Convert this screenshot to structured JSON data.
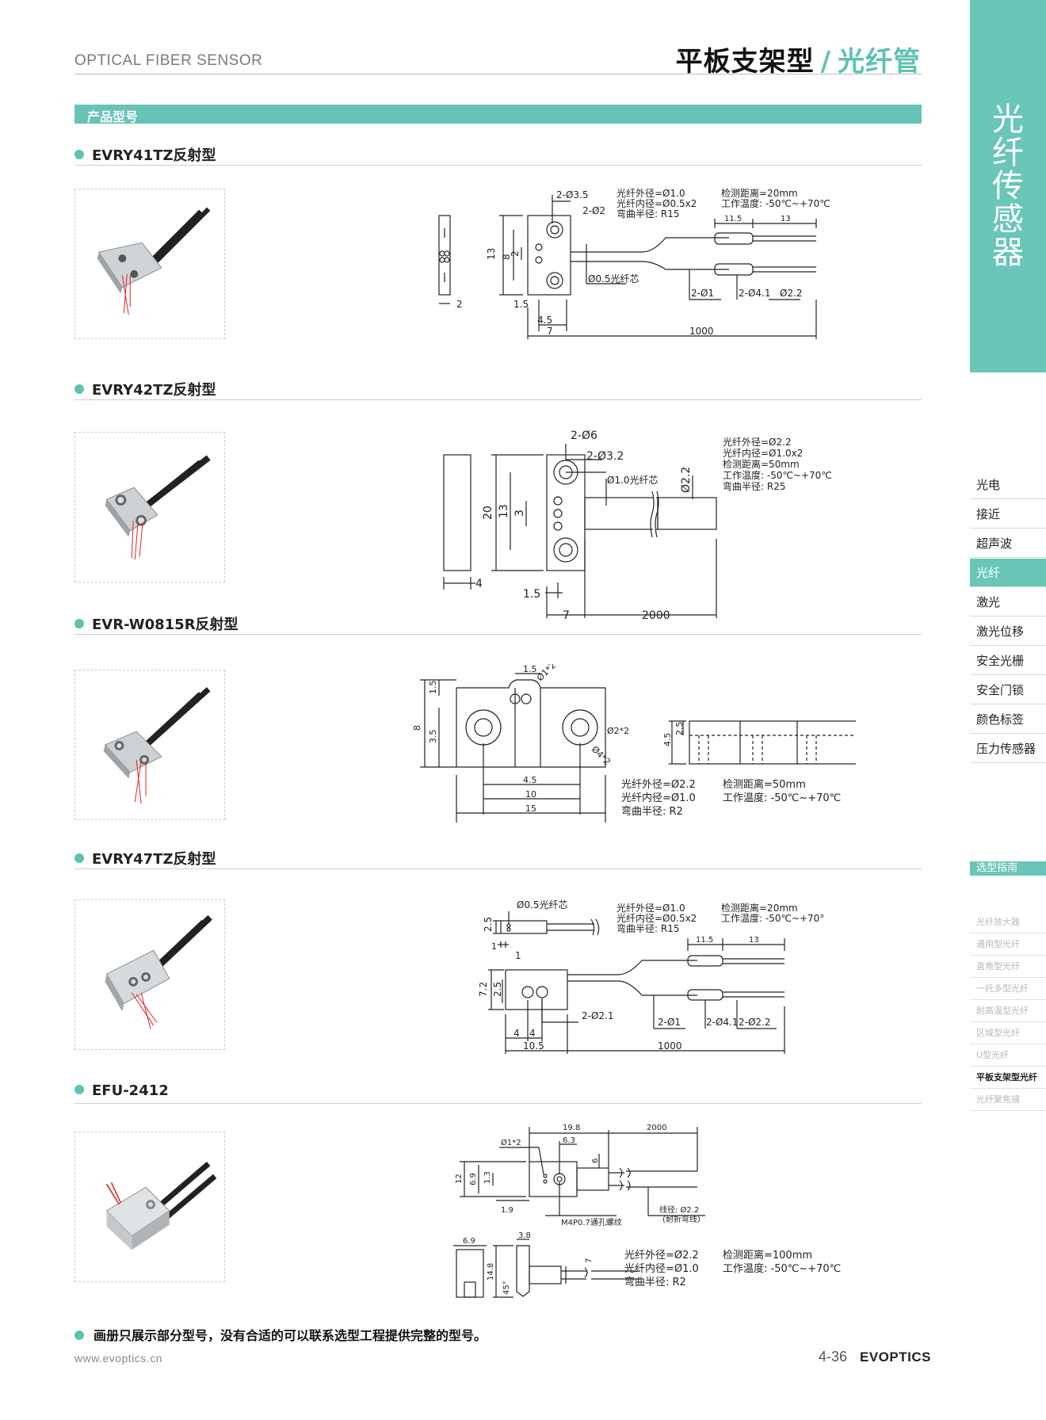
{
  "header": {
    "left_label": "OPTICAL FIBER SENSOR",
    "title_main": "平板支架型",
    "title_sep": "/",
    "title_sub": "光纤管"
  },
  "section": {
    "label": "产品型号"
  },
  "products": [
    {
      "name": "EVRY41TZ反射型",
      "dims": {
        "a": "2-Ø3.5",
        "b": "2-Ø2",
        "c": "13",
        "d": "8",
        "e": "2",
        "f": "2",
        "g": "1.5",
        "h": "4.5",
        "i": "7",
        "j": "1000",
        "k": "Ø0.5光纤芯",
        "l": "2-Ø1",
        "m": "2-Ø4.1",
        "n": "Ø2.2",
        "o": "11.5",
        "p": "13"
      },
      "spec_left": [
        "光纤外径=Ø1.0",
        "光纤内径=Ø0.5x2",
        "弯曲半径:  R15"
      ],
      "spec_right": [
        "检测距离=20mm",
        "工作温度:  -50℃~+70℃"
      ]
    },
    {
      "name": "EVRY42TZ反射型",
      "dims": {
        "a": "2-Ø6",
        "b": "2-Ø3.2",
        "c": "Ø1.0光纤芯",
        "d": "Ø2.2",
        "e": "20",
        "f": "13",
        "g": "3",
        "h": "4",
        "i": "1.5",
        "j": "7",
        "k": "2000"
      },
      "spec_left": [
        "光纤外径=Ø2.2",
        "光纤内径=Ø1.0x2",
        "检测距离=50mm",
        "工作温度:  -50℃~+70℃",
        "弯曲半径:  R25"
      ],
      "spec_right": []
    },
    {
      "name": "EVR-W0815R反射型",
      "dims": {
        "a": "1.5",
        "b": "Ø1*2",
        "c": "1.5",
        "d": "8",
        "e": "3.5",
        "f": "Ø2*2",
        "g": "Ø4*2",
        "h": "4.5",
        "i": "10",
        "j": "15",
        "k": "2.5",
        "l": "4.5"
      },
      "spec_left": [
        "光纤外径=Ø2.2",
        "光纤内径=Ø1.0",
        "弯曲半径:  R2"
      ],
      "spec_right": [
        "检测距离=50mm",
        "工作温度:  -50℃~+70℃"
      ]
    },
    {
      "name": "EVRY47TZ反射型",
      "dims": {
        "a": "Ø0.5光纤芯",
        "b": "2.5",
        "c": "1",
        "d": "1",
        "e": "7.2",
        "f": "2.5",
        "g": "2-Ø2.1",
        "h": "4",
        "i": "4",
        "j": "10.5",
        "k": "1000",
        "l": "2-Ø1",
        "m": "2-Ø4.1",
        "n": "2-Ø2.2",
        "o": "11.5",
        "p": "13"
      },
      "spec_left": [
        "光纤外径=Ø1.0",
        "光纤内径=Ø0.5x2",
        "弯曲半径:  R15"
      ],
      "spec_right": [
        "检测距离=20mm",
        "工作温度:  -50℃~+70℃"
      ]
    },
    {
      "name": "EFU-2412",
      "dims": {
        "a": "19.8",
        "b": "2000",
        "c": "Ø1*2",
        "d": "6.3",
        "e": "6",
        "f": "12",
        "g": "6.9",
        "h": "1.3",
        "i": "1.9",
        "j": "M4P0.7通孔螺纹",
        "k": "线径: Ø2.2",
        "l": "(耐折弯线)",
        "m": "6.9",
        "n": "3.8",
        "o": "14.8",
        "p": "7",
        "q": "45°"
      },
      "spec_left": [
        "光纤外径=Ø2.2",
        "光纤内径=Ø1.0",
        "弯曲半径:  R2"
      ],
      "spec_right": [
        "检测距离=100mm",
        "工作温度:  -50℃~+70℃"
      ]
    }
  ],
  "sidebar": {
    "title": [
      "光",
      "纤",
      "传",
      "感",
      "器"
    ],
    "nav": [
      "光电",
      "接近",
      "超声波",
      "光纤",
      "激光",
      "激光位移",
      "安全光栅",
      "安全门锁",
      "颜色标签",
      "压力传感器"
    ],
    "active_nav": "光纤",
    "guide_label": "选型指南",
    "guide_items": [
      "光纤放大器",
      "通用型光纤",
      "直角型光纤",
      "一托多型光纤",
      "耐高温型光纤",
      "区域型光纤",
      "U型光纤",
      "平板支架型光纤",
      "光纤聚焦镜"
    ],
    "active_guide": "平板支架型光纤"
  },
  "footer": {
    "note": "画册只展示部分型号，没有合适的可以联系选型工程提供完整的型号。",
    "url": "www.evoptics.cn",
    "page": "4-36",
    "logo": "EVOPTICS"
  },
  "colors": {
    "accent": "#66c3b5",
    "text": "#222222",
    "rule": "#cfcfcf"
  }
}
